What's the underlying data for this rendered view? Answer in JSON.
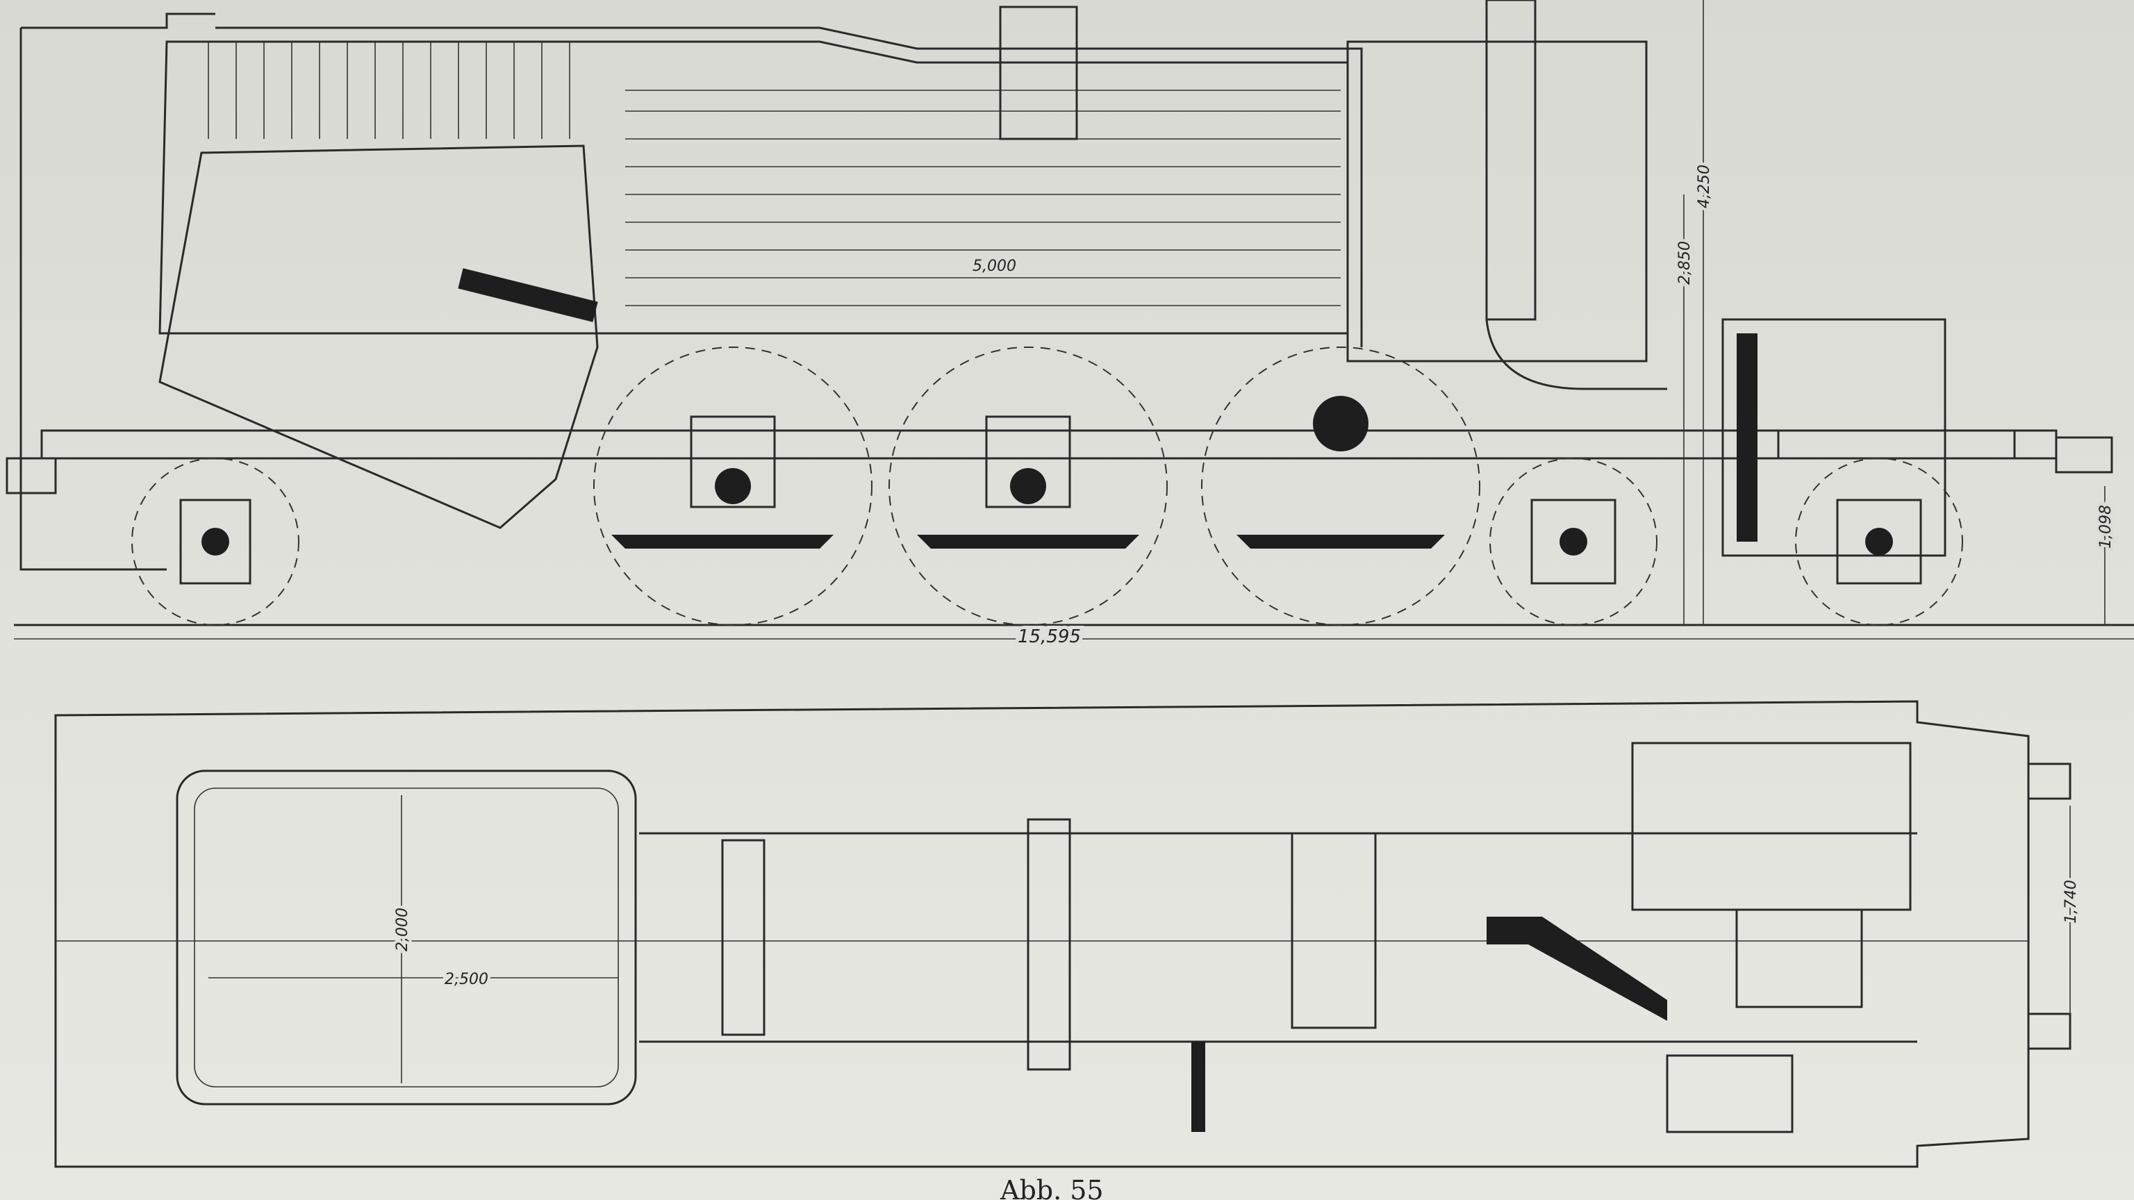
{
  "caption": "Abb. 55",
  "side_view": {
    "dimensions": {
      "boiler_tube_length": "5,000",
      "overall_length": "15,595",
      "height_total": "4,250",
      "axis_height": "2,850",
      "buffer_height": "1,098"
    }
  },
  "plan_view": {
    "dimensions": {
      "firebox_length": "2,500",
      "firebox_width": "2,000",
      "buffer_spacing": "1,740"
    }
  }
}
